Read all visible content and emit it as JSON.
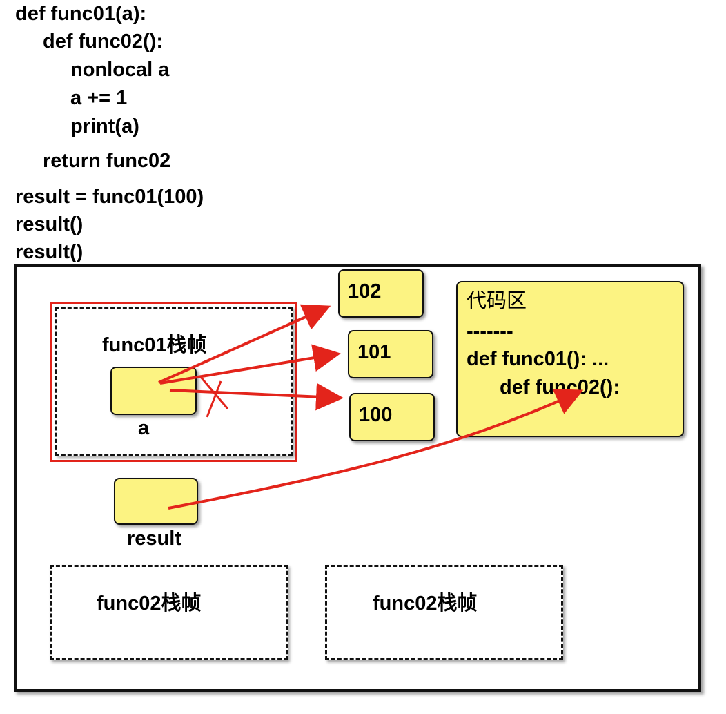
{
  "code": {
    "lines": [
      "def func01(a):",
      "def func02():",
      "nonlocal a",
      "a += 1",
      "print(a)",
      "return func02",
      "result = func01(100)",
      "result()",
      "result()"
    ]
  },
  "diagram": {
    "func01_frame_label": "func01栈帧",
    "var_a_label": "a",
    "result_label": "result",
    "func02_frame_label_1": "func02栈帧",
    "func02_frame_label_2": "func02栈帧",
    "values": [
      "102",
      "101",
      "100"
    ],
    "code_area": {
      "title": "代码区",
      "separator": "-------",
      "line1": "def func01(): ...",
      "line2": "def func02():"
    }
  },
  "colors": {
    "arrow": "#e3241b",
    "box_fill": "#fcf382"
  }
}
